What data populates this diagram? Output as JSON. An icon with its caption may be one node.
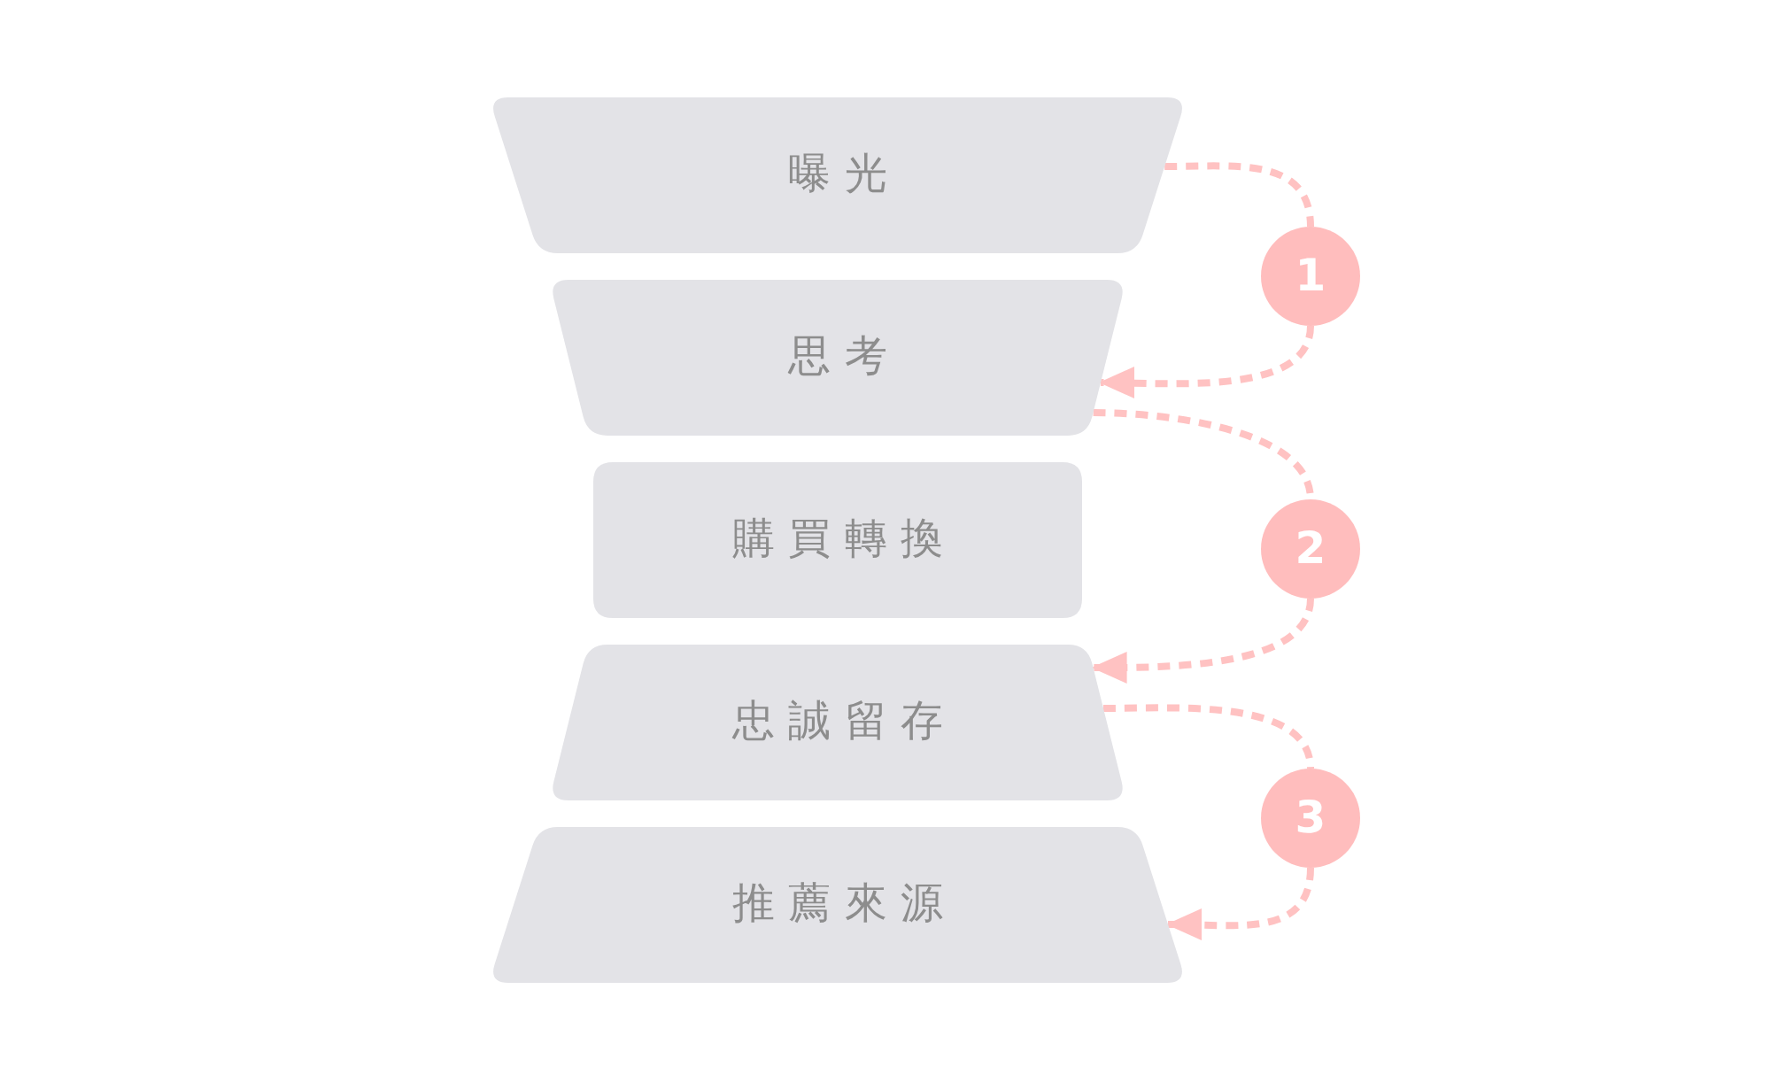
{
  "diagram": {
    "nodes": [
      {
        "text": [
          "曝光"
        ]
      },
      {
        "text": [
          "思考"
        ]
      },
      {
        "text": [
          "購買轉換"
        ]
      },
      {
        "text": [
          "忠誠留存"
        ]
      },
      {
        "text": [
          "推薦來源"
        ]
      },
      {
        "text": [
          "1"
        ]
      },
      {
        "text": [
          "2"
        ]
      },
      {
        "text": [
          "3"
        ]
      }
    ],
    "edges": [
      {
        "from": 0,
        "to": 5,
        "arrow": "none",
        "style": "dashed"
      },
      {
        "from": 5,
        "to": 1,
        "arrow": "to",
        "style": "dashed"
      },
      {
        "from": 1,
        "to": 6,
        "arrow": "none",
        "style": "dashed"
      },
      {
        "from": 6,
        "to": 3,
        "arrow": "to",
        "style": "dashed"
      },
      {
        "from": 3,
        "to": 7,
        "arrow": "none",
        "style": "dashed"
      },
      {
        "from": 7,
        "to": 4,
        "arrow": "to",
        "style": "dashed"
      }
    ]
  }
}
